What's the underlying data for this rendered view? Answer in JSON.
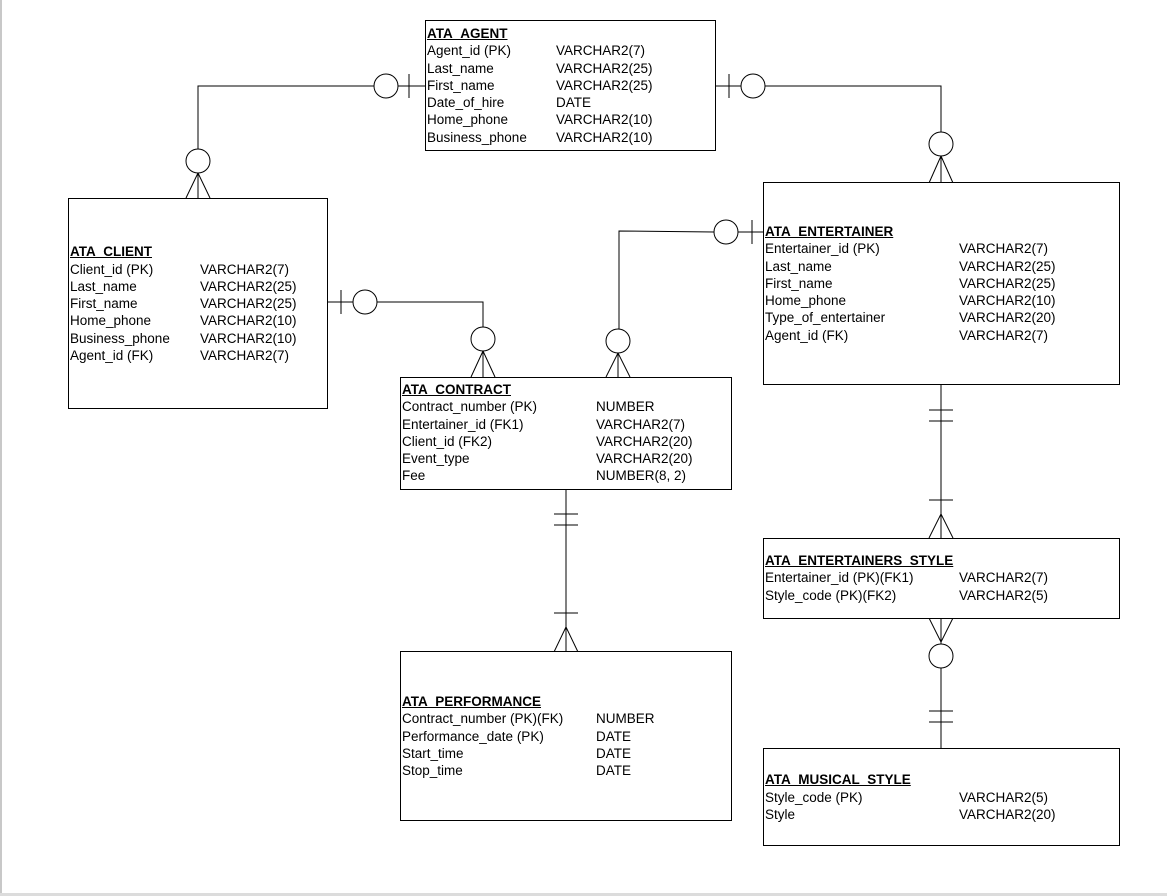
{
  "entities": {
    "agent": {
      "name": "ATA_AGENT",
      "attributes": [
        {
          "name": "Agent_id (PK)",
          "type": "VARCHAR2(7)"
        },
        {
          "name": "Last_name",
          "type": "VARCHAR2(25)"
        },
        {
          "name": "First_name",
          "type": "VARCHAR2(25)"
        },
        {
          "name": "Date_of_hire",
          "type": "DATE"
        },
        {
          "name": "Home_phone",
          "type": "VARCHAR2(10)"
        },
        {
          "name": "Business_phone",
          "type": "VARCHAR2(10)"
        }
      ]
    },
    "client": {
      "name": "ATA_CLIENT",
      "attributes": [
        {
          "name": "Client_id (PK)",
          "type": "VARCHAR2(7)"
        },
        {
          "name": "Last_name",
          "type": "VARCHAR2(25)"
        },
        {
          "name": "First_name",
          "type": "VARCHAR2(25)"
        },
        {
          "name": "Home_phone",
          "type": "VARCHAR2(10)"
        },
        {
          "name": "Business_phone",
          "type": "VARCHAR2(10)"
        },
        {
          "name": "Agent_id (FK)",
          "type": "VARCHAR2(7)"
        }
      ]
    },
    "entertainer": {
      "name": "ATA_ENTERTAINER",
      "attributes": [
        {
          "name": "Entertainer_id (PK)",
          "type": "VARCHAR2(7)"
        },
        {
          "name": "Last_name",
          "type": "VARCHAR2(25)"
        },
        {
          "name": "First_name",
          "type": "VARCHAR2(25)"
        },
        {
          "name": "Home_phone",
          "type": "VARCHAR2(10)"
        },
        {
          "name": "Type_of_entertainer",
          "type": "VARCHAR2(20)"
        },
        {
          "name": "Agent_id (FK)",
          "type": "VARCHAR2(7)"
        }
      ]
    },
    "contract": {
      "name": "ATA_CONTRACT",
      "attributes": [
        {
          "name": "Contract_number (PK)",
          "type": "NUMBER"
        },
        {
          "name": "Entertainer_id (FK1)",
          "type": "VARCHAR2(7)"
        },
        {
          "name": "Client_id (FK2)",
          "type": "VARCHAR2(20)"
        },
        {
          "name": "Event_type",
          "type": "VARCHAR2(20)"
        },
        {
          "name": "Fee",
          "type": "NUMBER(8, 2)"
        }
      ]
    },
    "entertainers_style": {
      "name": "ATA_ENTERTAINERS_STYLE",
      "attributes": [
        {
          "name": "Entertainer_id (PK)(FK1)",
          "type": "VARCHAR2(7)"
        },
        {
          "name": "Style_code (PK)(FK2)",
          "type": "VARCHAR2(5)"
        }
      ]
    },
    "performance": {
      "name": "ATA_PERFORMANCE",
      "attributes": [
        {
          "name": "Contract_number (PK)(FK)",
          "type": "NUMBER"
        },
        {
          "name": "Performance_date (PK)",
          "type": "DATE"
        },
        {
          "name": "Start_time",
          "type": "DATE"
        },
        {
          "name": "Stop_time",
          "type": "DATE"
        }
      ]
    },
    "musical_style": {
      "name": "ATA_MUSICAL_STYLE",
      "attributes": [
        {
          "name": "Style_code (PK)",
          "type": "VARCHAR2(5)"
        },
        {
          "name": "Style",
          "type": "VARCHAR2(20)"
        }
      ]
    }
  }
}
